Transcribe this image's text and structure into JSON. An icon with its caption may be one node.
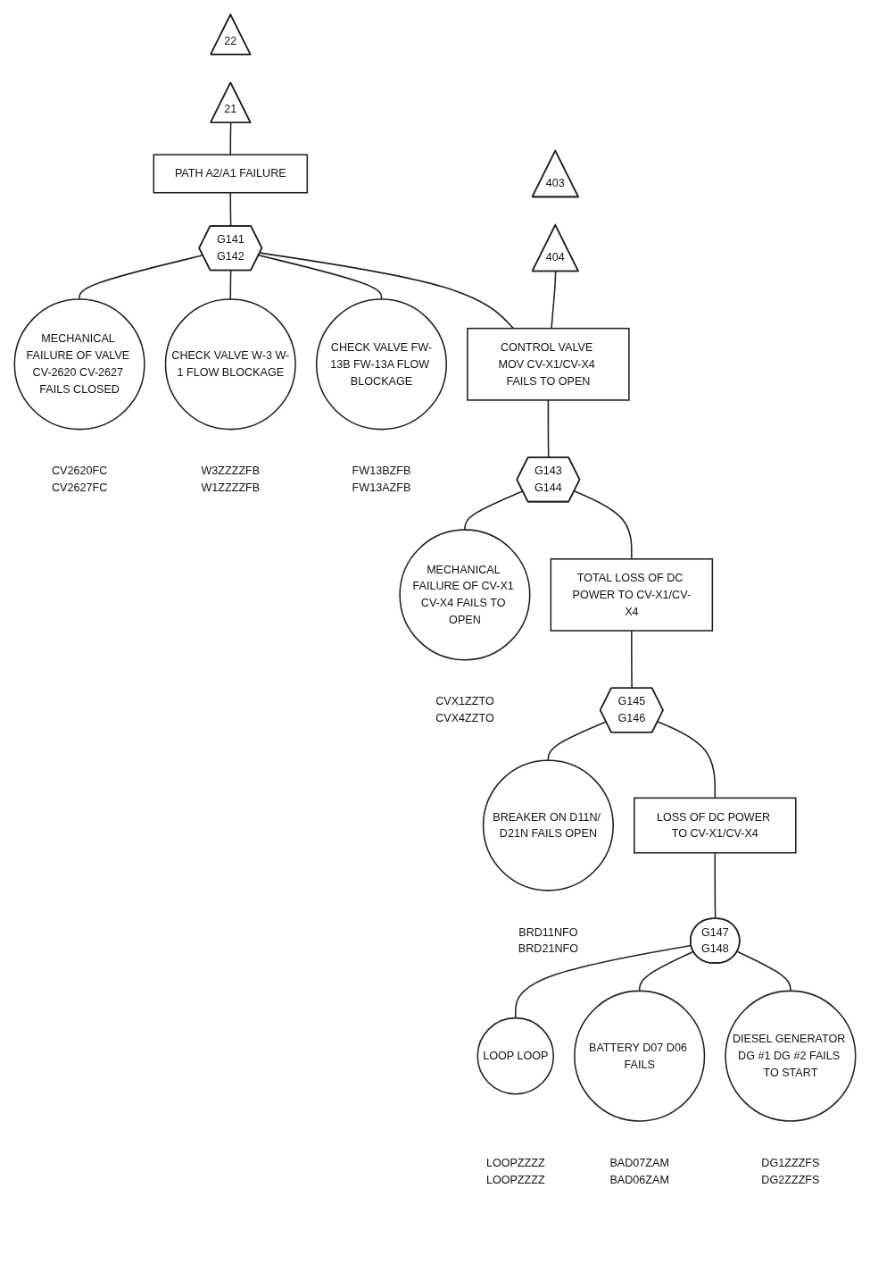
{
  "diagram": {
    "nodes": [
      {
        "text": [
          "22"
        ]
      },
      {
        "text": [
          "21"
        ]
      },
      {
        "text": [
          "PATH A2/A1 FAILURE"
        ]
      },
      {
        "text": [
          "G141",
          "G142"
        ]
      },
      {
        "text": [
          "MECHANICAL FAILURE OF VALVE CV-2620 CV-2627 FAILS CLOSED"
        ],
        "beside": [
          "CV2620FC",
          "CV2627FC"
        ]
      },
      {
        "text": [
          "CONTROL VALVE MOV CV-X1/CV-X4 FAILS TO OPEN"
        ]
      },
      {
        "text": [
          "403"
        ]
      },
      {
        "text": [
          "404"
        ]
      },
      {
        "text": [
          "CHECK VALVE W-3 W-1 FLOW BLOCKAGE"
        ],
        "beside": [
          "W3ZZZZFB",
          "W1ZZZZFB"
        ]
      },
      {
        "text": [
          "CHECK VALVE FW-13B FW-13A FLOW BLOCKAGE"
        ],
        "beside": [
          "FW13BZFB",
          "FW13AZFB"
        ]
      },
      {
        "text": [
          "G143",
          "G144"
        ]
      },
      {
        "text": [
          "MECHANICAL FAILURE OF CV-X1 CV-X4 FAILS TO OPEN"
        ],
        "beside": [
          "CVX1ZZTO",
          "CVX4ZZTO"
        ]
      },
      {
        "text": [
          "TOTAL LOSS OF DC POWER TO CV-X1/CV-X4"
        ]
      },
      {
        "text": [
          "G145",
          "G146"
        ]
      },
      {
        "text": [
          "LOSS OF DC POWER TO CV-X1/CV-X4"
        ]
      },
      {
        "text": [
          "BREAKER ON D11N/ D21N FAILS OPEN"
        ],
        "beside": [
          "BRD11NFO",
          "BRD21NFO"
        ]
      },
      {
        "text": [
          "G147",
          "G148"
        ]
      },
      {
        "text": [
          "LOOP LOOP"
        ],
        "beside": [
          "LOOPZZZZ",
          "LOOPZZZZ"
        ]
      },
      {
        "text": [
          "BATTERY D07 D06 FAILS"
        ],
        "beside": [
          "BAD07ZAM",
          "BAD06ZAM"
        ]
      },
      {
        "text": [
          "DIESEL GENERATOR DG #1 DG #2 FAILS TO START"
        ],
        "beside": [
          "DG1ZZZFS",
          "DG2ZZZFS"
        ]
      }
    ],
    "edges": [
      {
        "from": 1,
        "to": 2,
        "arrow": "none"
      },
      {
        "from": 2,
        "to": 3,
        "arrow": "none"
      },
      {
        "from": 3,
        "to": 4,
        "arrow": "none"
      },
      {
        "from": 3,
        "to": 5,
        "arrow": "none"
      },
      {
        "from": 3,
        "to": 8,
        "arrow": "none"
      },
      {
        "from": 3,
        "to": 9,
        "arrow": "none"
      },
      {
        "from": 7,
        "to": 5,
        "arrow": "none"
      },
      {
        "from": 5,
        "to": 10,
        "arrow": "none"
      },
      {
        "from": 10,
        "to": 11,
        "arrow": "none"
      },
      {
        "from": 10,
        "to": 12,
        "arrow": "none"
      },
      {
        "from": 12,
        "to": 13,
        "arrow": "none"
      },
      {
        "from": 13,
        "to": 14,
        "arrow": "none"
      },
      {
        "from": 13,
        "to": 15,
        "arrow": "none"
      },
      {
        "from": 14,
        "to": 16,
        "arrow": "none"
      },
      {
        "from": 16,
        "to": 17,
        "arrow": "none"
      },
      {
        "from": 16,
        "to": 18,
        "arrow": "none"
      },
      {
        "from": 16,
        "to": 19,
        "arrow": "none"
      }
    ]
  }
}
